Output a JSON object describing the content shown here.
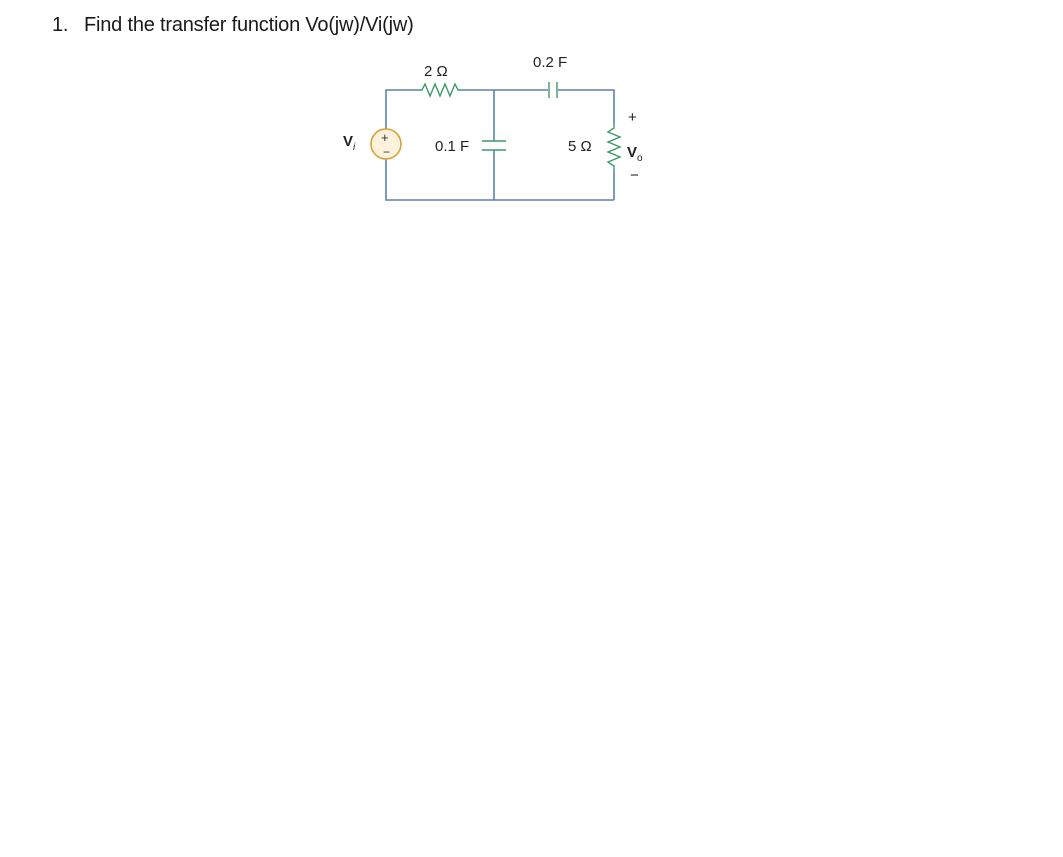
{
  "question": {
    "number": "1.",
    "text": "Find the transfer function Vo(jw)/Vi(jw)"
  },
  "circuit": {
    "source": {
      "label_main": "V",
      "label_sub": "i",
      "plus": "+",
      "minus": "−"
    },
    "resistor_series": "2 Ω",
    "capacitor_series": "0.2 F",
    "capacitor_shunt": "0.1 F",
    "resistor_load": "5 Ω",
    "output": {
      "plus": "+",
      "label_main": "V",
      "label_sub": "o",
      "minus": "−"
    },
    "colors": {
      "wire": "#5b80b4",
      "component": "#3f9a6a",
      "source": "#d9a13a"
    }
  }
}
